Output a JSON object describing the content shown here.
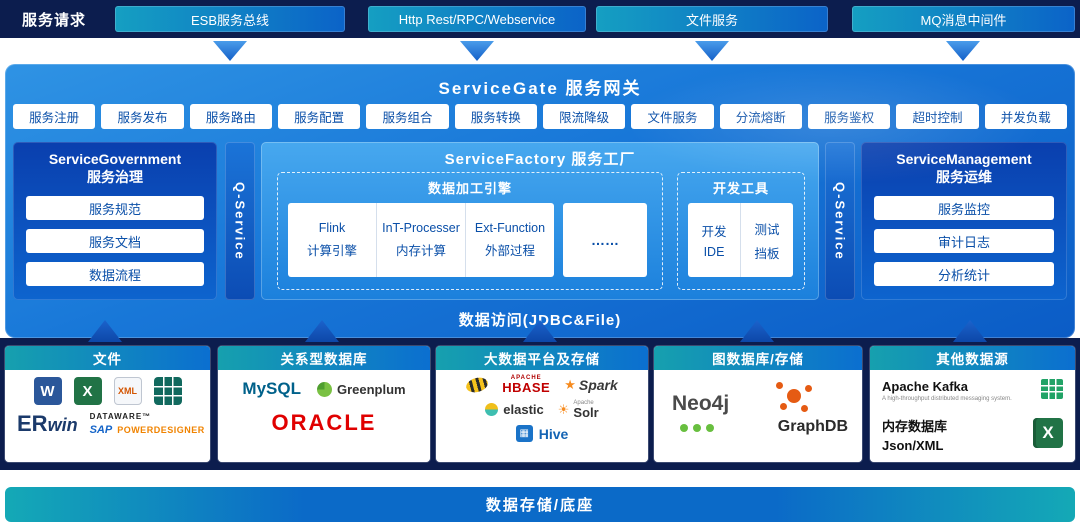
{
  "top": {
    "label": "服务请求",
    "channels": [
      "ESB服务总线",
      "Http Rest/RPC/Webservice",
      "文件服务",
      "MQ消息中间件"
    ]
  },
  "gateway": {
    "title": "ServiceGate 服务网关",
    "features": [
      "服务注册",
      "服务发布",
      "服务路由",
      "服务配置",
      "服务组合",
      "服务转换",
      "限流降级",
      "文件服务",
      "分流熔断",
      "服务鉴权",
      "超时控制",
      "并发负载"
    ]
  },
  "governance": {
    "title_en": "ServiceGovernment",
    "title_cn": "服务治理",
    "items": [
      "服务规范",
      "服务文档",
      "数据流程"
    ]
  },
  "qservice": {
    "left": "Q-Service",
    "right": "Q-Service"
  },
  "factory": {
    "title": "ServiceFactory 服务工厂",
    "engine": {
      "title": "数据加工引擎",
      "cells": [
        {
          "l1": "Flink",
          "l2": "计算引擎"
        },
        {
          "l1": "InT-Processer",
          "l2": "内存计算"
        },
        {
          "l1": "Ext-Function",
          "l2": "外部过程"
        }
      ],
      "more": "……"
    },
    "devtools": {
      "title": "开发工具",
      "cells": [
        {
          "l1": "开发",
          "l2": "IDE"
        },
        {
          "l1": "测试",
          "l2": "挡板"
        }
      ]
    }
  },
  "management": {
    "title_en": "ServiceManagement",
    "title_cn": "服务运维",
    "items": [
      "服务监控",
      "审计日志",
      "分析统计"
    ]
  },
  "data_access_label": "数据访问(JDBC&File)",
  "storage_bar_label": "数据存储/底座",
  "panels": {
    "files": {
      "title": "文件",
      "word": "W",
      "excel": "X",
      "xml": "XML",
      "erwin_er": "ER",
      "erwin_win": "win",
      "dataware": "DATAWARE™",
      "sap": "SAP",
      "powerdesigner": "POWERDESIGNER"
    },
    "relational": {
      "title": "关系型数据库",
      "mysql": "MySQL",
      "greenplum": "Greenplum",
      "oracle": "ORACLE"
    },
    "bigdata": {
      "title": "大数据平台及存储",
      "apache": "APACHE",
      "hbase": "HBASE",
      "spark": "Spark",
      "elastic": "elastic",
      "solr_apache": "Apache",
      "solr": "Solr",
      "hive": "Hive"
    },
    "graph": {
      "title": "图数据库/存储",
      "neo4j": "Neo4j",
      "graphdb": "GraphDB"
    },
    "other": {
      "title": "其他数据源",
      "kafka": "Apache Kafka",
      "kafka_tagline": "A high-throughput distributed messaging system.",
      "memdb": "内存数据库",
      "jsonxml": "Json/XML",
      "excel": "X"
    }
  },
  "colors": {
    "navy": "#0c1d4e",
    "panel_blue": "#1877d8",
    "teal_accent": "#14a9b6",
    "box_text_blue": "#0a4fa8",
    "oracle_red": "#e00000",
    "excel_green": "#217346"
  }
}
